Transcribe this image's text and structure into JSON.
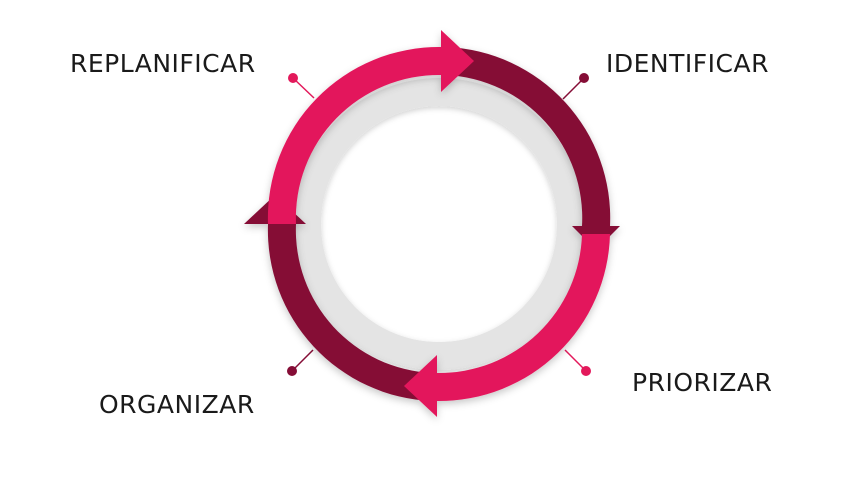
{
  "diagram": {
    "type": "cycle",
    "stages": [
      {
        "id": "replanificar",
        "label": "REPLANIFICAR",
        "color": "#E3195B"
      },
      {
        "id": "identificar",
        "label": "IDENTIFICAR",
        "color": "#850D36"
      },
      {
        "id": "priorizar",
        "label": "PRIORIZAR",
        "color": "#E3195B"
      },
      {
        "id": "organizar",
        "label": "ORGANIZAR",
        "color": "#850D36"
      }
    ],
    "colors": {
      "pink": "#E3195B",
      "maroon": "#850D36",
      "inner_ring": "#E4E4E4",
      "text": "#1A1A1A"
    }
  }
}
